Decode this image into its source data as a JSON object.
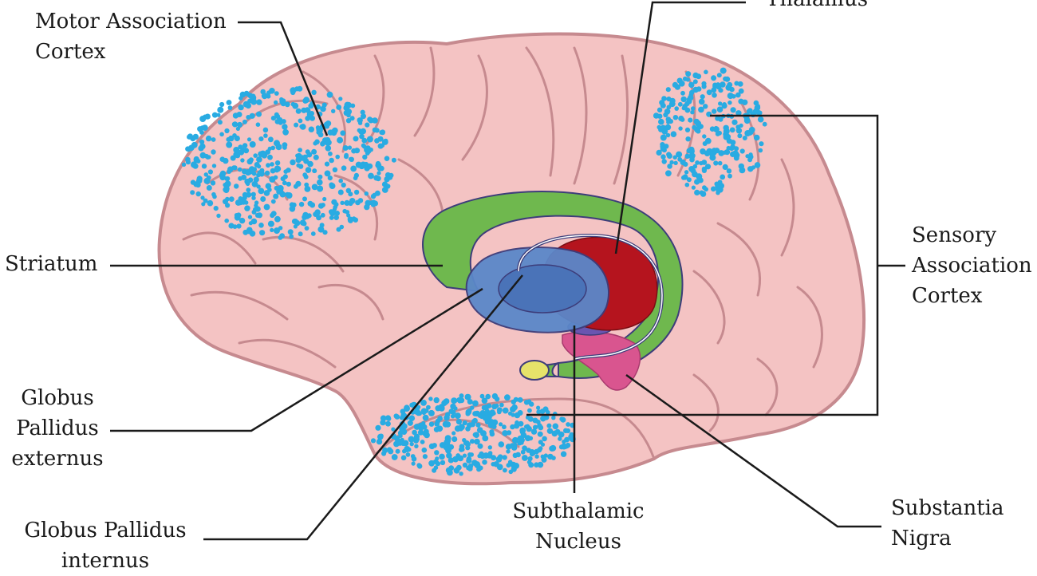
{
  "labels": {
    "motor_association_cortex": [
      "Motor Association",
      "Cortex"
    ],
    "thalamus": [
      "Thalamus"
    ],
    "sensory_association_cortex": [
      "Sensory",
      "Association",
      "Cortex"
    ],
    "striatum": [
      "Striatum"
    ],
    "globus_pallidus_externus": [
      "Globus",
      "Pallidus",
      "externus"
    ],
    "globus_pallidus_internus": [
      "Globus Pallidus",
      "internus"
    ],
    "subthalamic_nucleus": [
      "Subthalamic",
      "Nucleus"
    ],
    "substantia_nigra": [
      "Substantia",
      "Nigra"
    ]
  },
  "colors": {
    "brain_fill": "#f4c3c3",
    "brain_outline": "#c68a8f",
    "striatum_green": "#6fb84e",
    "globus_pallidus_blue": "#5b87c9",
    "globus_pallidus_inner": "#4a73b8",
    "thalamus_red": "#b5141e",
    "subthalamic_purple": "#6a55b0",
    "substantia_nigra_pink": "#d9558f",
    "amygdala_yellow": "#e6e36a",
    "neuron_dots": "#29abe2",
    "leader_lines": "#1a1a1a"
  }
}
